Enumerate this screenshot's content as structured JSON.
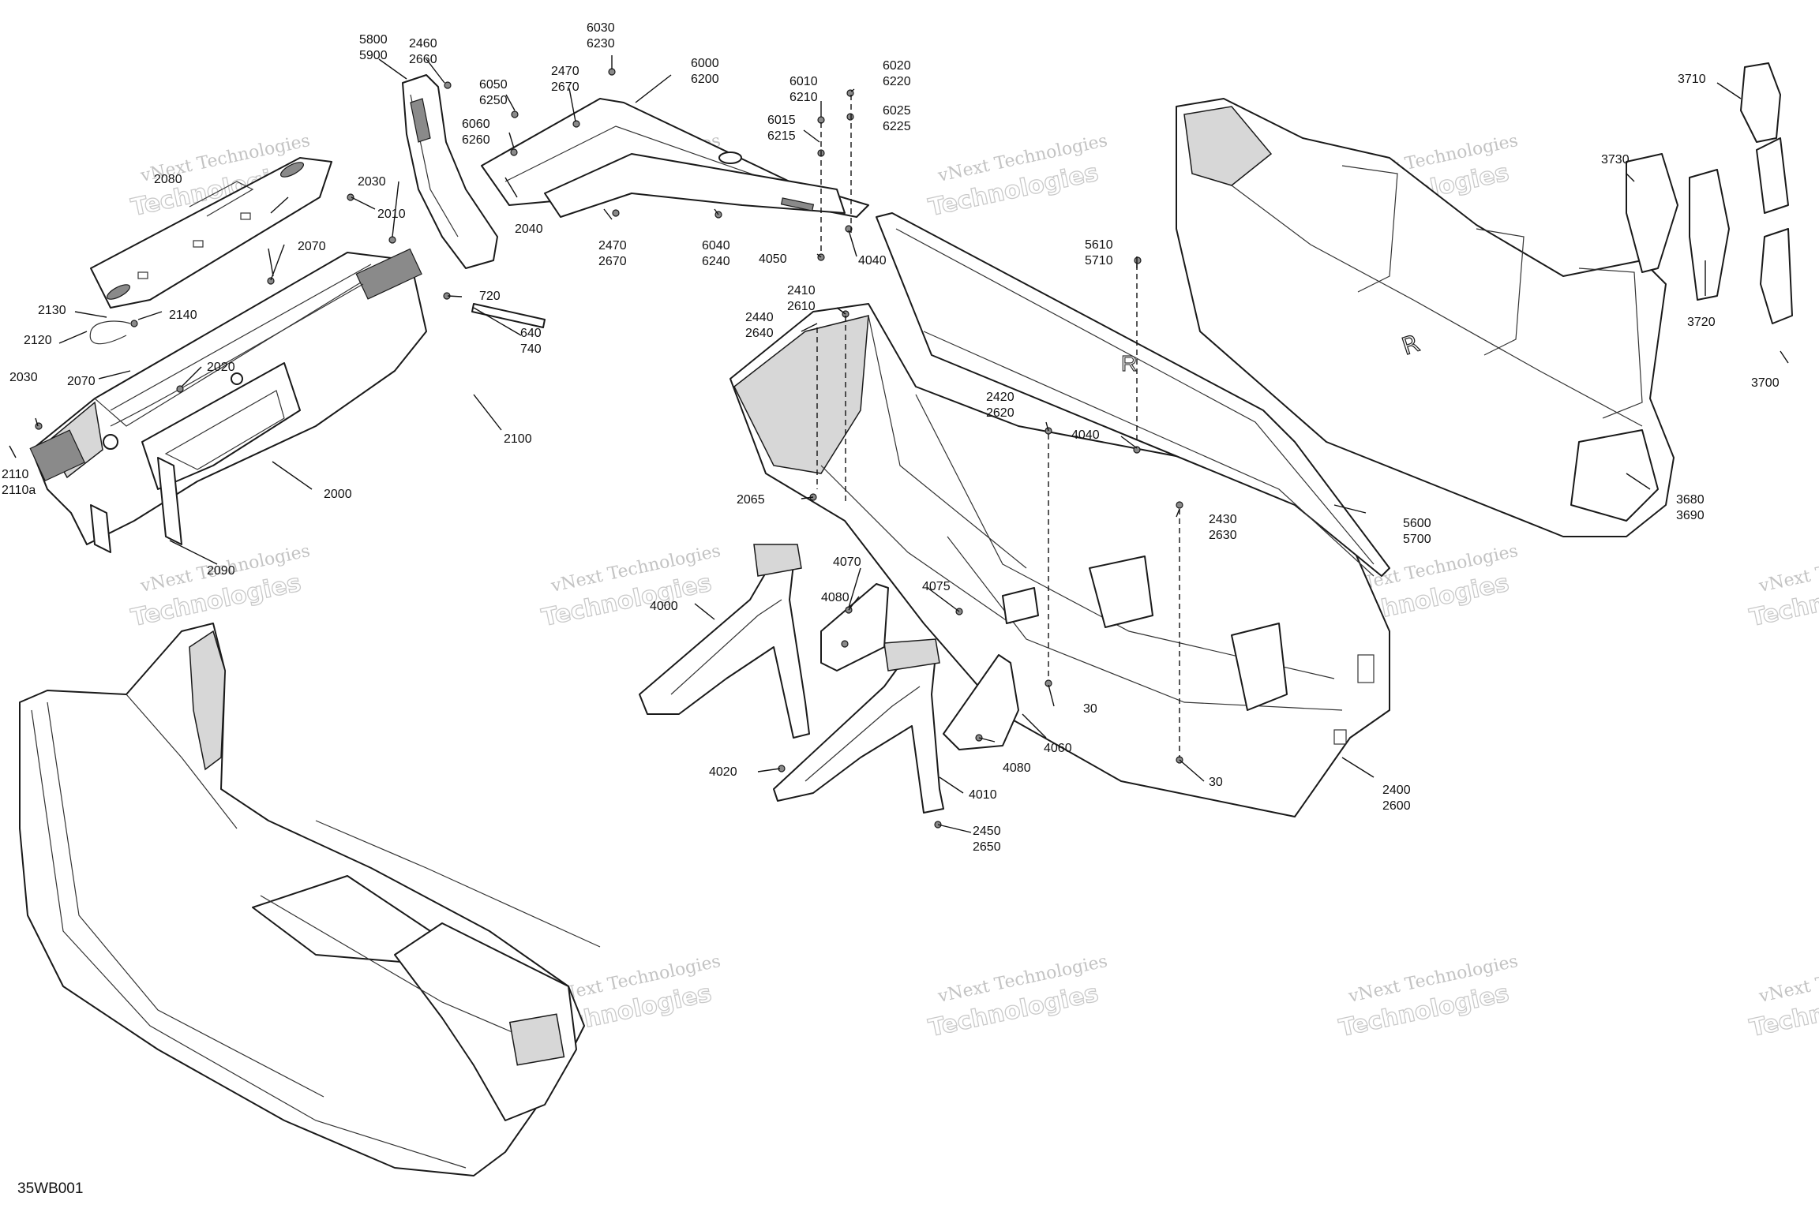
{
  "diagram_code": "35WB001",
  "watermark": {
    "line1": "vNext Technologies",
    "line2": "Technologies"
  },
  "labels": {
    "l5800": "5800",
    "l5900": "5900",
    "l2460": "2460",
    "l2660": "2660",
    "l6030": "6030",
    "l6230": "6230",
    "l6000": "6000",
    "l6200": "6200",
    "l6010": "6010",
    "l6210": "6210",
    "l6020": "6020",
    "l6220": "6220",
    "l6050": "6050",
    "l6250": "6250",
    "l2470a": "2470",
    "l2670a": "2670",
    "l6060": "6060",
    "l6260": "6260",
    "l6025": "6025",
    "l6225": "6225",
    "l6015": "6015",
    "l6215": "6215",
    "l2080": "2080",
    "l2030a": "2030",
    "l2010": "2010",
    "l2070a": "2070",
    "l2040": "2040",
    "l2470b": "2470",
    "l2670b": "2670",
    "l6040": "6040",
    "l6240": "6240",
    "l4050": "4050",
    "l4040a": "4040",
    "l720": "720",
    "l2130": "2130",
    "l2140": "2140",
    "l2120": "2120",
    "l640": "640",
    "l740": "740",
    "l2070b": "2070",
    "l2020": "2020",
    "l2030b": "2030",
    "l2100": "2100",
    "l2110": "2110",
    "l2110a": "2110a",
    "l2000": "2000",
    "l2090": "2090",
    "l2410": "2410",
    "l2610": "2610",
    "l2440": "2440",
    "l2640": "2640",
    "l5610": "5610",
    "l5710": "5710",
    "l2420": "2420",
    "l2620": "2620",
    "l4040b": "4040",
    "l2065": "2065",
    "l2430": "2430",
    "l2630": "2630",
    "l5600": "5600",
    "l5700": "5700",
    "l4070": "4070",
    "l4080a": "4080",
    "l4000": "4000",
    "l4075": "4075",
    "l30a": "30",
    "l4060": "4060",
    "l4080b": "4080",
    "l4020": "4020",
    "l4010": "4010",
    "l30b": "30",
    "l2400": "2400",
    "l2600": "2600",
    "l2450": "2450",
    "l2650": "2650",
    "l3710": "3710",
    "l3730": "3730",
    "l3720": "3720",
    "l3700": "3700",
    "l3680": "3680",
    "l3690": "3690"
  }
}
